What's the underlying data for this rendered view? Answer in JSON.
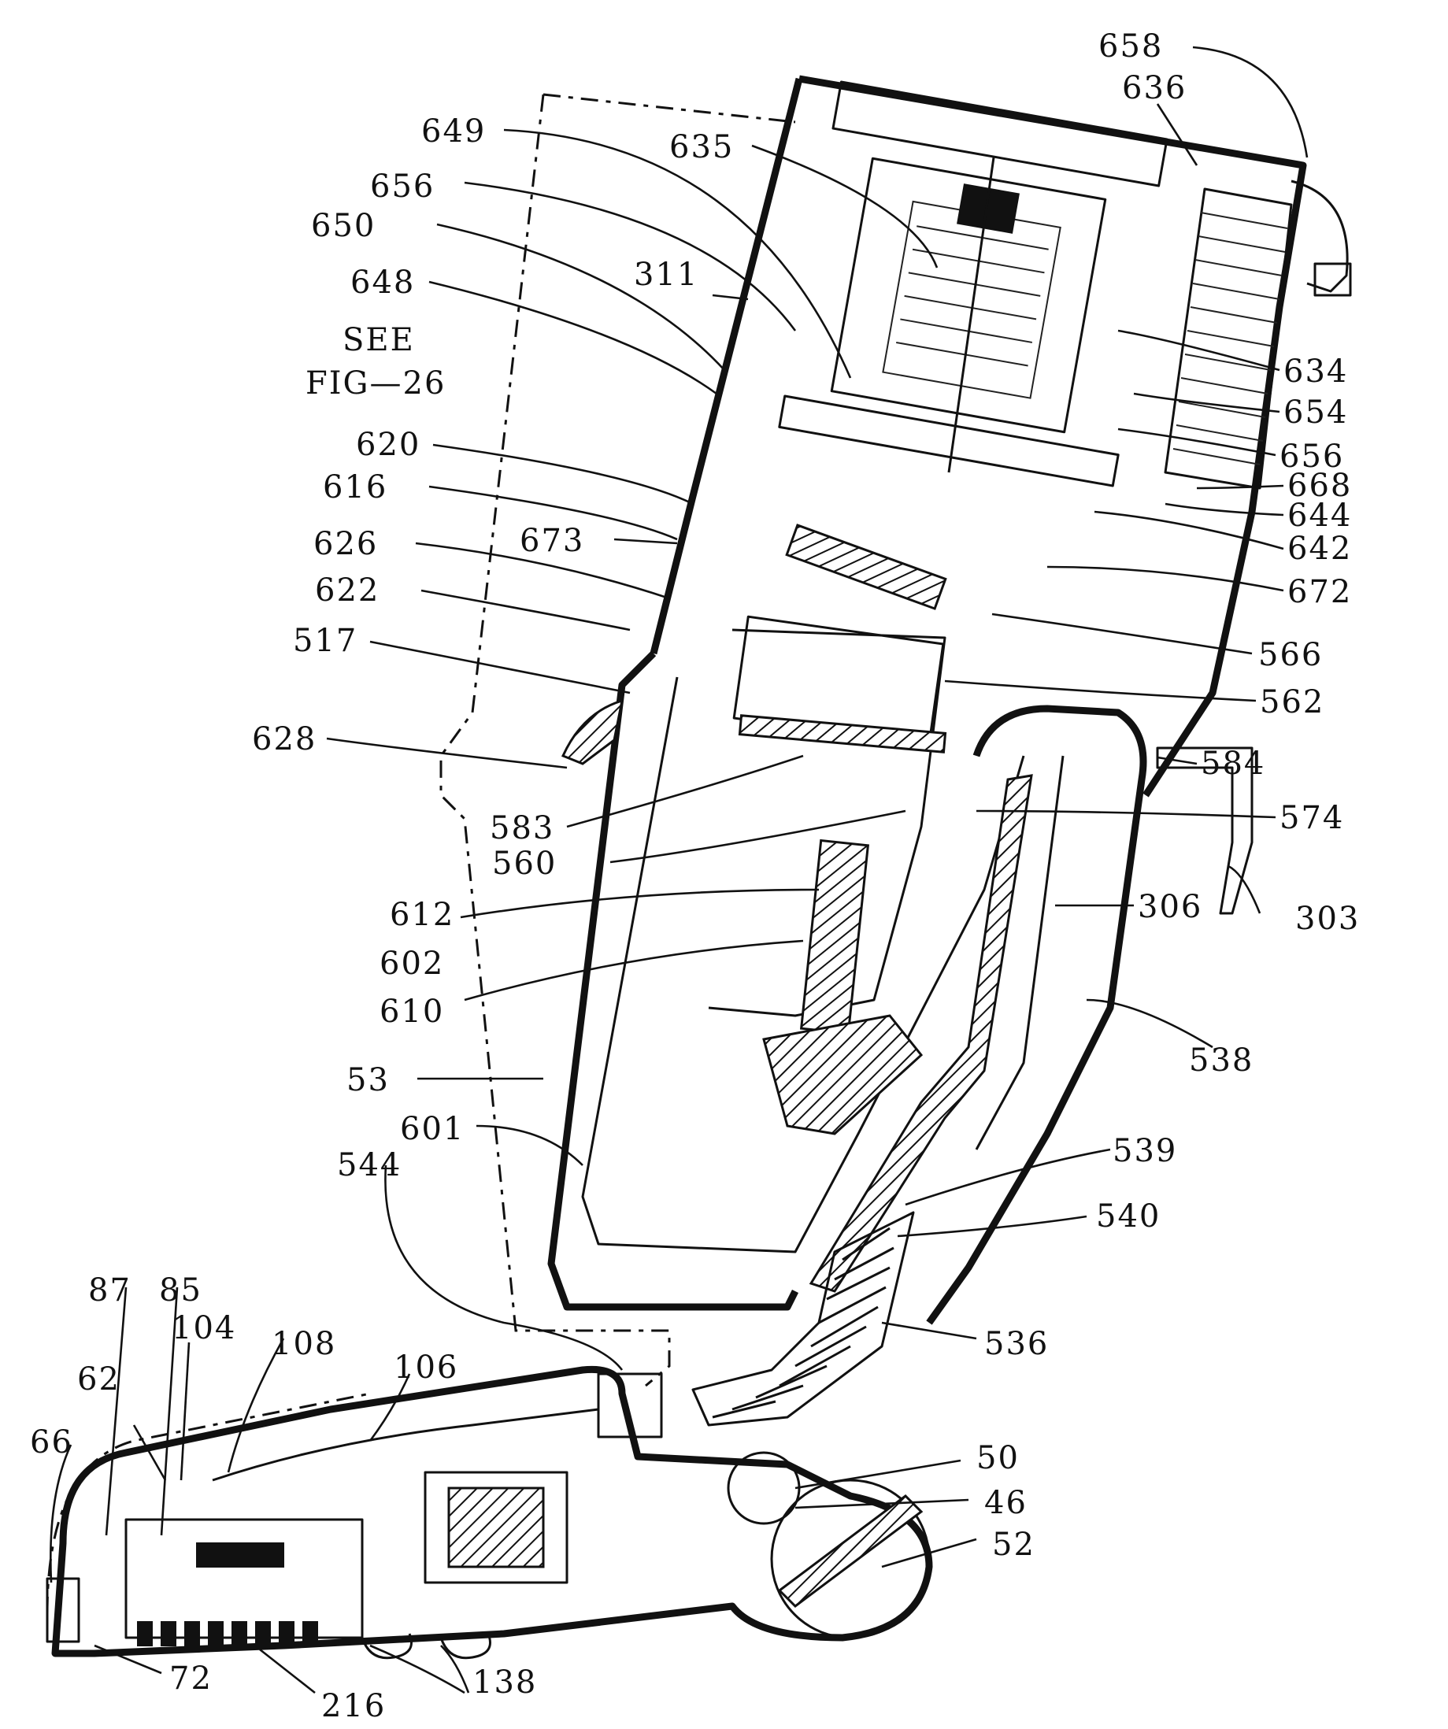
{
  "figure": {
    "note": {
      "line1": "SEE",
      "line2": "FIG—26"
    },
    "labels": {
      "l658": "658",
      "l636": "636",
      "l649": "649",
      "l635": "635",
      "l656a": "656",
      "l650": "650",
      "l311": "311",
      "l648": "648",
      "l634": "634",
      "l654": "654",
      "l656b": "656",
      "l620": "620",
      "l668": "668",
      "l616": "616",
      "l644": "644",
      "l626": "626",
      "l673": "673",
      "l642": "642",
      "l622": "622",
      "l672": "672",
      "l517": "517",
      "l566": "566",
      "l562": "562",
      "l628": "628",
      "l584": "584",
      "l583": "583",
      "l574": "574",
      "l560": "560",
      "l612": "612",
      "l306": "306",
      "l303": "303",
      "l602": "602",
      "l610": "610",
      "l538": "538",
      "l53": "53",
      "l601": "601",
      "l544": "544",
      "l539": "539",
      "l540": "540",
      "l87": "87",
      "l85": "85",
      "l104": "104",
      "l108": "108",
      "l536": "536",
      "l106": "106",
      "l62": "62",
      "l66": "66",
      "l50": "50",
      "l46": "46",
      "l52": "52",
      "l72": "72",
      "l216": "216",
      "l138": "138"
    }
  }
}
